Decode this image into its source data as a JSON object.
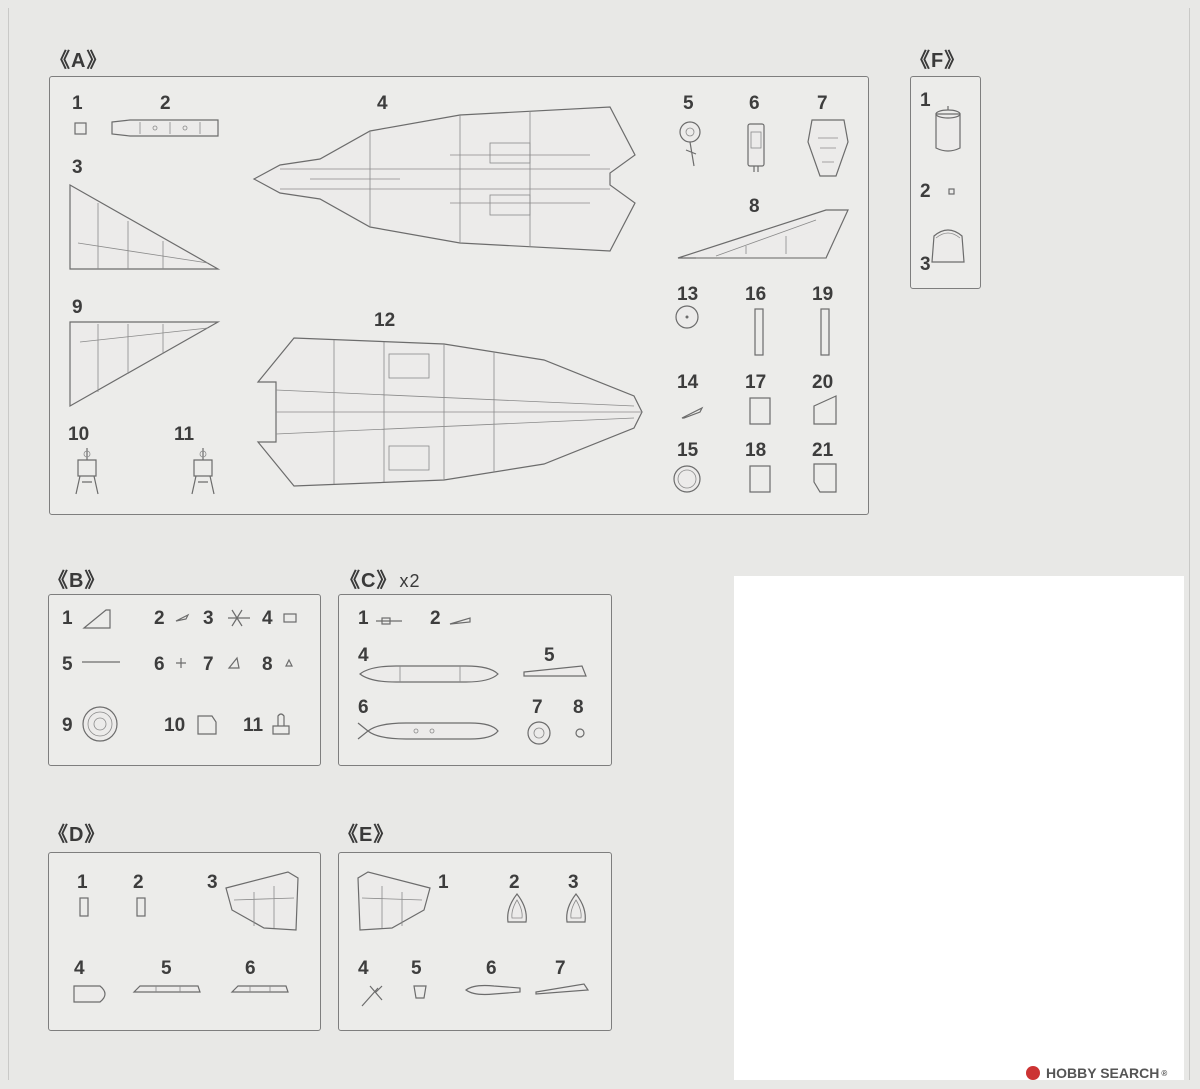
{
  "watermark": {
    "brand": "HOBBY SEARCH",
    "reg": "®"
  },
  "sections": {
    "A": {
      "title": "《A》",
      "labels": [
        "1",
        "2",
        "3",
        "4",
        "5",
        "6",
        "7",
        "8",
        "9",
        "10",
        "11",
        "12",
        "13",
        "14",
        "15",
        "16",
        "17",
        "18",
        "19",
        "20",
        "21"
      ]
    },
    "B": {
      "title": "《B》",
      "labels": [
        "1",
        "2",
        "3",
        "4",
        "5",
        "6",
        "7",
        "8",
        "9",
        "10",
        "11"
      ]
    },
    "C": {
      "title": "《C》",
      "mult": "x2",
      "labels": [
        "1",
        "2",
        "4",
        "5",
        "6",
        "7",
        "8"
      ]
    },
    "D": {
      "title": "《D》",
      "labels": [
        "1",
        "2",
        "3",
        "4",
        "5",
        "6"
      ]
    },
    "E": {
      "title": "《E》",
      "labels": [
        "1",
        "2",
        "3",
        "4",
        "5",
        "6",
        "7"
      ]
    },
    "F": {
      "title": "《F》",
      "labels": [
        "1",
        "2",
        "3"
      ]
    }
  }
}
